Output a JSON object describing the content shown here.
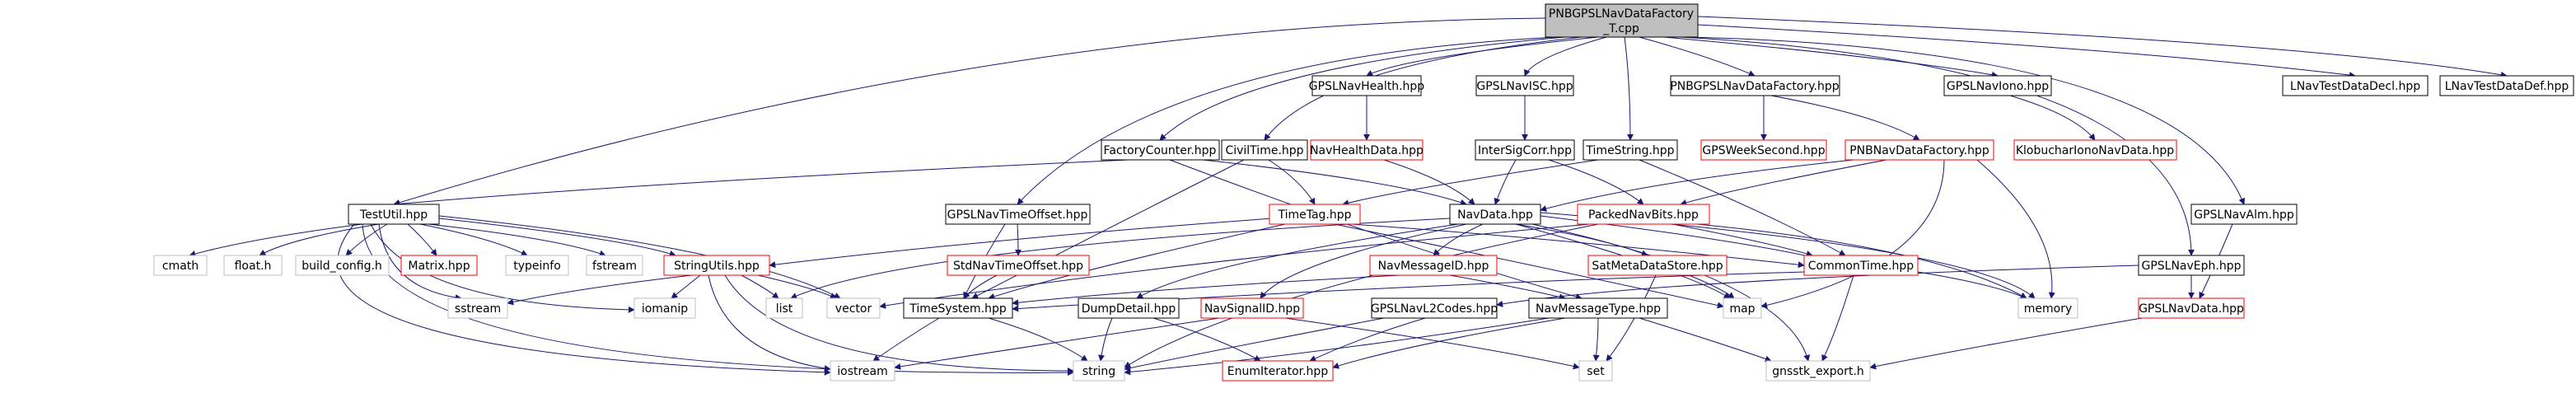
{
  "title": "PNBGPSLNavDataFactory_T.cpp",
  "colors": {
    "edge": "#191970",
    "edge_fill": "#191970",
    "root_fill": "#bfbfbf",
    "node_border_black": "#000000",
    "node_border_red": "#ff0000",
    "node_border_grey": "#bfbfbf",
    "background": "#ffffff"
  },
  "nodes": {
    "root_line1": "PNBGPSLNavDataFactory",
    "root_line2": "_T.cpp",
    "testutil": "TestUtil.hpp",
    "factorycounter": "FactoryCounter.hpp",
    "gpslnavtimeoffset": "GPSLNavTimeOffset.hpp",
    "civiltime": "CivilTime.hpp",
    "gpslnavhealth": "GPSLNavHealth.hpp",
    "gpslnavisc": "GPSLNavISC.hpp",
    "timestring": "TimeString.hpp",
    "pnbgpslnavdatafactory": "PNBGPSLNavDataFactory.hpp",
    "gpslnaviono": "GPSLNavIono.hpp",
    "gpslnaveph": "GPSLNavEph.hpp",
    "gpslnavalm": "GPSLNavAlm.hpp",
    "lnavtestdatadecl": "LNavTestDataDecl.hpp",
    "lnavtestdatadef": "LNavTestDataDef.hpp",
    "navhealthdata": "NavHealthData.hpp",
    "intersigcorr": "InterSigCorr.hpp",
    "gpsweeksecond": "GPSWeekSecond.hpp",
    "pnbnavdatafactory": "PNBNavDataFactory.hpp",
    "klobucharionoNavdata": "KlobucharIonoNavData.hpp",
    "timetag": "TimeTag.hpp",
    "navdata": "NavData.hpp",
    "packednavbits": "PackedNavBits.hpp",
    "stdnavtimeoffset": "StdNavTimeOffset.hpp",
    "cmath": "cmath",
    "floath": "float.h",
    "buildconfig": "build_config.h",
    "matrix": "Matrix.hpp",
    "typeinfo": "typeinfo",
    "fstream": "fstream",
    "stringutils": "StringUtils.hpp",
    "navmessageid": "NavMessageID.hpp",
    "satmetadatastore": "SatMetaDataStore.hpp",
    "commontime": "CommonTime.hpp",
    "sstream": "sstream",
    "iomanip": "iomanip",
    "list": "list",
    "vector": "vector",
    "timesystem": "TimeSystem.hpp",
    "dumpdetail": "DumpDetail.hpp",
    "navsignalid": "NavSignalID.hpp",
    "gpslnavl2codes": "GPSLNavL2Codes.hpp",
    "navmessagetype": "NavMessageType.hpp",
    "map": "map",
    "memory": "memory",
    "gpslnavdata": "GPSLNavData.hpp",
    "iostream": "iostream",
    "string": "string",
    "enumiterator": "EnumIterator.hpp",
    "set": "set",
    "gnsstkexport": "gnsstk_export.h"
  }
}
